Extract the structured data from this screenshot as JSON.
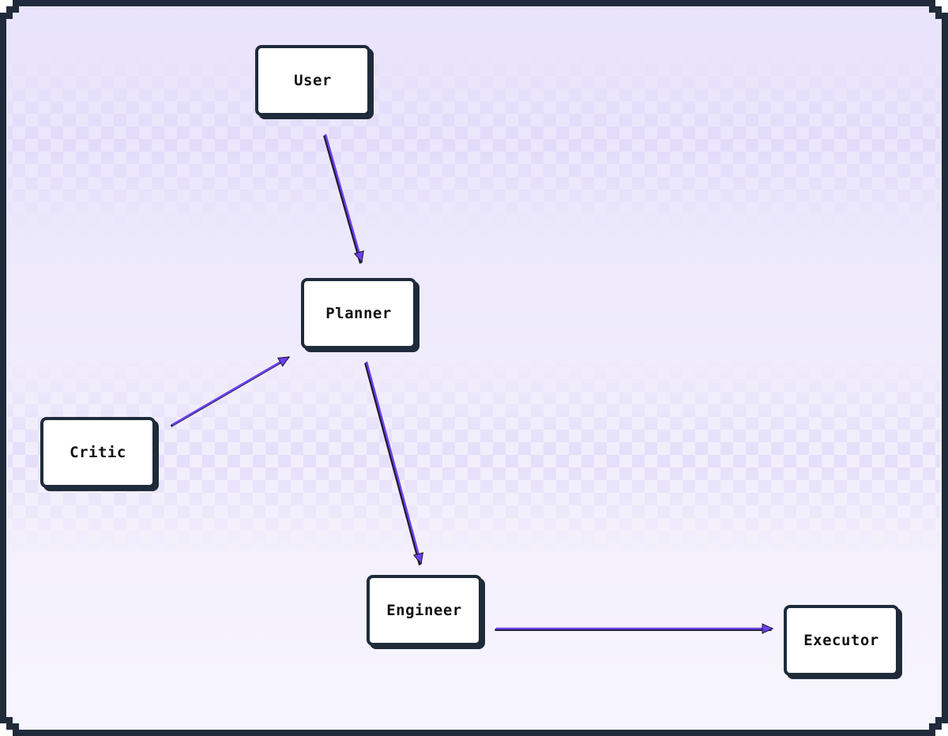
{
  "diagram": {
    "nodes": [
      {
        "id": "user",
        "label": "User"
      },
      {
        "id": "planner",
        "label": "Planner"
      },
      {
        "id": "critic",
        "label": "Critic"
      },
      {
        "id": "engineer",
        "label": "Engineer"
      },
      {
        "id": "executor",
        "label": "Executor"
      }
    ],
    "edges": [
      {
        "from": "user",
        "to": "planner"
      },
      {
        "from": "critic",
        "to": "planner"
      },
      {
        "from": "planner",
        "to": "engineer"
      },
      {
        "from": "engineer",
        "to": "executor"
      }
    ]
  },
  "colors": {
    "frame": "#1f2b3a",
    "background_top": "#e8e3fb",
    "background_bottom": "#f7f5fd",
    "checker": "#d9d1f7",
    "node_fill": "#ffffff",
    "arrow": "#6c3ff0",
    "arrow_shadow": "#1a1a2a"
  }
}
